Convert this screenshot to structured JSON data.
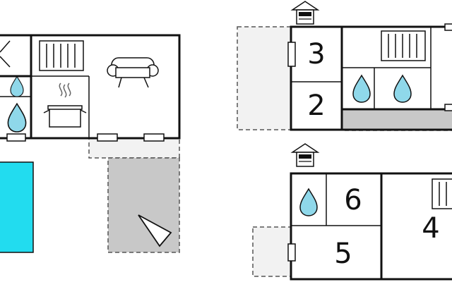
{
  "rooms": {
    "r1": "3",
    "r2": "2",
    "r3": "6",
    "r4": "5",
    "r5": "4"
  },
  "colors": {
    "pool": "#22dcef",
    "drop": "#8fd8ea",
    "terrace": "#c8c8c8",
    "wall": "#111111"
  },
  "icons": [
    "radiator-icon",
    "sofa-icon",
    "cooking-pot-icon",
    "water-drop-icon",
    "door-icon",
    "compass-arrow-icon"
  ]
}
